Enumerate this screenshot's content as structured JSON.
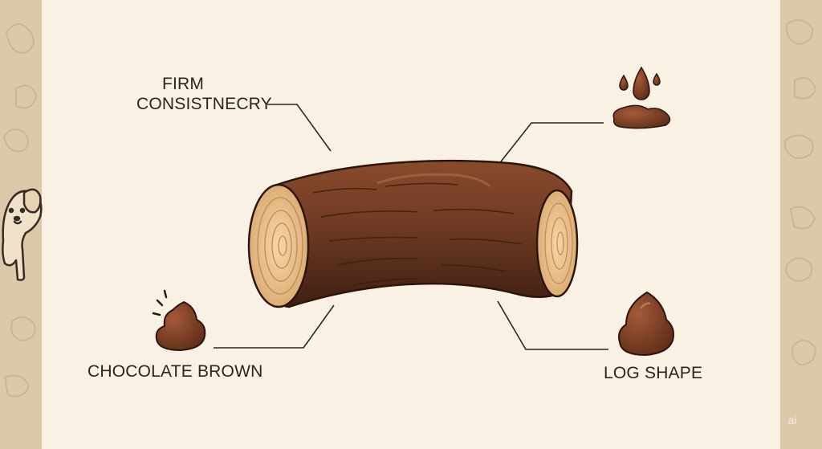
{
  "labels": {
    "firm_line1": "FIRM",
    "firm_line2": "CONSISTNECRY",
    "chocolate": "CHOCOLATE BROWN",
    "log": "LOG SHAPE"
  },
  "colors": {
    "background_panel": "#f8f1e4",
    "side_pattern": "#dcc9aa",
    "log_bark": "#6e3a24",
    "log_bark_dark": "#4a2414",
    "log_end": "#ecc592",
    "leader_line": "#2b2420"
  }
}
